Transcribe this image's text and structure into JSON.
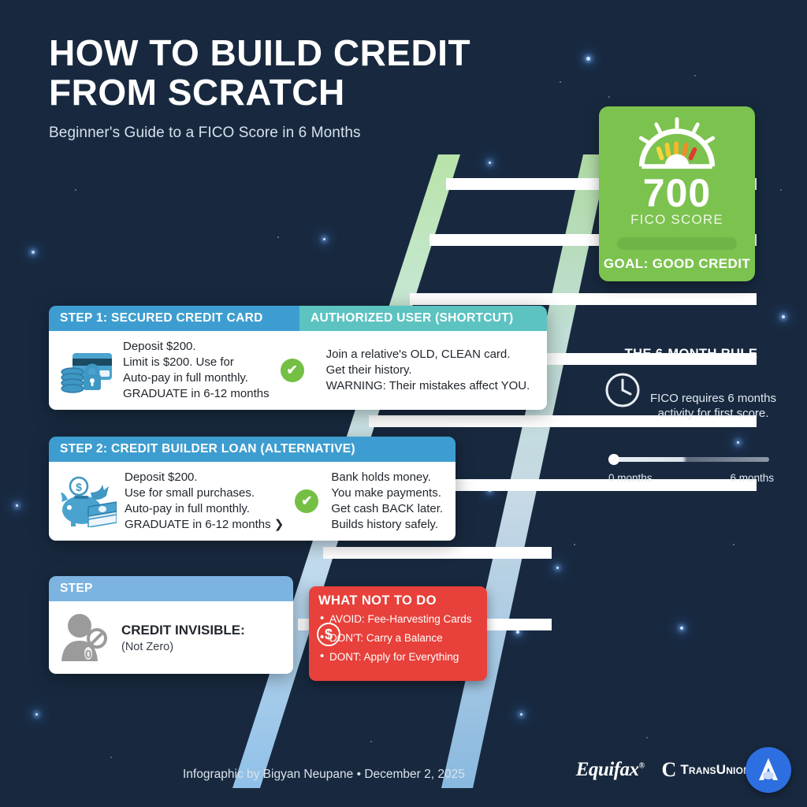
{
  "header": {
    "title_line1": "HOW TO BUILD CREDIT",
    "title_line2": "FROM SCRATCH",
    "subtitle": "Beginner's Guide to a FICO Score in 6 Months"
  },
  "goal": {
    "score": "700",
    "score_label": "FICO SCORE",
    "footer": "GOAL: GOOD CREDIT",
    "color": "#7cc24f"
  },
  "cards": [
    {
      "head_left": "STEP 1: SECURED CREDIT CARD",
      "head_right": "AUTHORIZED USER (SHORTCUT)",
      "left_lines": [
        "Deposit $200.",
        "Limit is $200. Use for",
        "Auto-pay in full monthly.",
        "GRADUATE in 6-12 months"
      ],
      "right_lines": [
        "Join a relative's OLD, CLEAN card.",
        "Get their history.",
        "WARNING: Their mistakes affect YOU."
      ],
      "check": "✔",
      "head_left_color": "#3e9dd0",
      "head_right_color": "#5cc3c1"
    },
    {
      "head_left": "STEP 2: CREDIT BUILDER LOAN (ALTERNATIVE)",
      "left_lines": [
        "Deposit $200.",
        "Use for small purchases.",
        "Auto-pay in full monthly.",
        "GRADUATE in 6-12 months ❯"
      ],
      "right_lines": [
        "Bank holds money.",
        "You make payments.",
        "Get cash BACK later.",
        "Builds history safely."
      ],
      "check": "✔",
      "head_left_color": "#3e9dd0"
    },
    {
      "head_left": "STEP",
      "title": "CREDIT INVISIBLE:",
      "sub": "(Not Zero)",
      "badge_value": "0",
      "head_left_color": "#7cb3e0"
    }
  ],
  "warning": {
    "title": "WHAT NOT TO DO",
    "items": [
      "AVOID: Fee-Harvesting Cards",
      "DON'T: Carry a Balance",
      "DONT: Apply for Everything"
    ],
    "badge": "$",
    "color": "#e8403a"
  },
  "rule": {
    "title": "THE 6-MONTH RULE",
    "text": "FICO requires 6 months activity for first score.",
    "slider_start": "0 months",
    "slider_end": "6 months"
  },
  "footer": {
    "credit": "Infographic by Bigyan Neupane • December 2, 2025",
    "logo1": "Equifax",
    "logo2_mark": "C",
    "logo2_name": "TransUnion"
  }
}
